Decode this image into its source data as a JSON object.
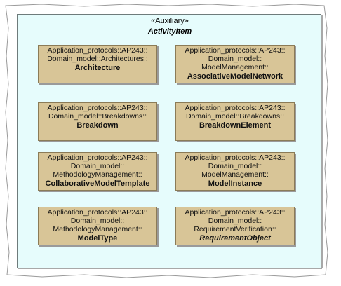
{
  "diagram": {
    "stereotype": "«Auxiliary»",
    "class_name": "ActivityItem",
    "boxes": [
      {
        "lines": [
          "Application_protocols::AP243::",
          "Domain_model::Architectures::"
        ],
        "name": "Architecture",
        "italic": false
      },
      {
        "lines": [
          "Application_protocols::AP243::",
          "Domain_model::",
          "ModelManagement::"
        ],
        "name": "AssociativeModelNetwork",
        "italic": false
      },
      {
        "lines": [
          "Application_protocols::AP243::",
          "Domain_model::Breakdowns::"
        ],
        "name": "Breakdown",
        "italic": false
      },
      {
        "lines": [
          "Application_protocols::AP243::",
          "Domain_model::Breakdowns::"
        ],
        "name": "BreakdownElement",
        "italic": false
      },
      {
        "lines": [
          "Application_protocols::AP243::",
          "Domain_model::",
          "MethodologyManagement::"
        ],
        "name": "CollaborativeModelTemplate",
        "italic": false
      },
      {
        "lines": [
          "Application_protocols::AP243::",
          "Domain_model::",
          "ModelManagement::"
        ],
        "name": "ModelInstance",
        "italic": false
      },
      {
        "lines": [
          "Application_protocols::AP243::",
          "Domain_model::",
          "MethodologyManagement::"
        ],
        "name": "ModelType",
        "italic": false
      },
      {
        "lines": [
          "Application_protocols::AP243::",
          "Domain_model::",
          "RequirementVerification::"
        ],
        "name": "RequirementObject",
        "italic": true
      }
    ]
  },
  "colors": {
    "container_fill": "#e6fcfc",
    "container_border": "#6e7b7b",
    "box_fill": "#d8c597",
    "box_border": "#8b7b57"
  }
}
